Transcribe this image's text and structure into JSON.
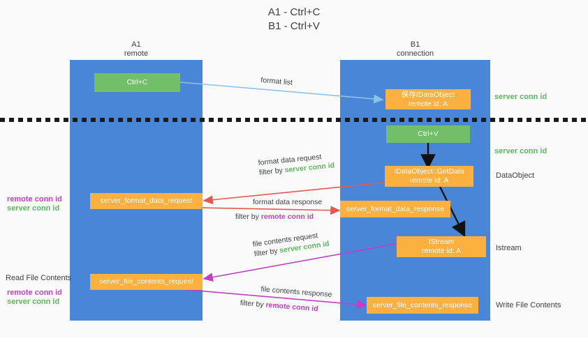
{
  "title": {
    "line1": "A1 - Ctrl+C",
    "line2": "B1 - Ctrl+V"
  },
  "columns": {
    "left": {
      "name": "A1",
      "role": "remote"
    },
    "right": {
      "name": "B1",
      "role": "connection"
    }
  },
  "boxes": {
    "ctrl_c": {
      "label": "Ctrl+C"
    },
    "ctrl_v": {
      "label": "Ctrl+V"
    },
    "save_dataobject": {
      "line1": "保存IDataObject",
      "line2": "remote id: A"
    },
    "getdata": {
      "line1": "IDataObject::GetData",
      "line2": "remote id: A"
    },
    "istream": {
      "line1": "IStream",
      "line2": "remote id: A"
    },
    "fmt_req": {
      "label": "server_format_data_request"
    },
    "fmt_resp": {
      "label": "server_format_data_response"
    },
    "file_req": {
      "label": "server_file_contents_request"
    },
    "file_resp": {
      "label": "server_file_contents_response"
    }
  },
  "side_labels": {
    "right_conn_top": "server conn id",
    "right_conn_second": "server conn id",
    "dataobject": "DataObject",
    "istream": "Istream",
    "write_file": "Write File Contents",
    "read_file": "Read File Contents",
    "left_remote_1": "remote conn id",
    "left_server_1": "server conn id",
    "left_remote_2": "remote conn id",
    "left_server_2": "server conn id"
  },
  "arrow_labels": {
    "format_list": "format list",
    "fmt_req_l1": "format data request",
    "fmt_req_filter_pre": "filter by ",
    "fmt_req_filter_key": "server conn id",
    "fmt_resp_l1": "format data response",
    "fmt_resp_filter_pre": "filter by ",
    "fmt_resp_filter_key": "remote conn id",
    "file_req_l1": "file contents request",
    "file_req_filter_pre": "filter by ",
    "file_req_filter_key": "server conn id",
    "file_resp_l1": "file contents response",
    "file_resp_filter_pre": "filter by ",
    "file_resp_filter_key": "remote conn id"
  },
  "colors": {
    "lane": "#4a86d8",
    "green_box": "#72bf6a",
    "orange_box": "#fbb040",
    "blue_arrow": "#8ec3e8",
    "red_arrow": "#e8574c",
    "magenta_arrow": "#c23ec2",
    "black_arrow": "#111111",
    "green_text": "#5cb85c",
    "purple_text": "#c23ec2",
    "background": "#fafafa"
  }
}
